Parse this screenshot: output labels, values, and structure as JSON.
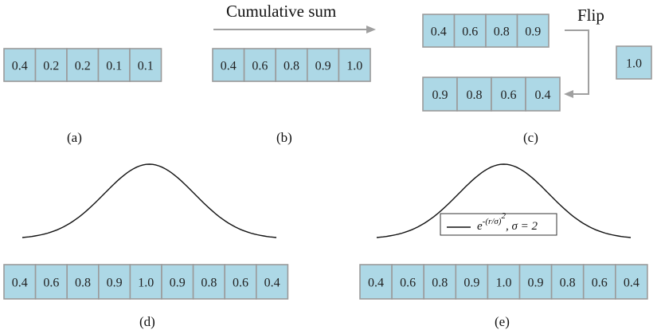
{
  "arrays": {
    "a": [
      "0.4",
      "0.2",
      "0.2",
      "0.1",
      "0.1"
    ],
    "b": [
      "0.4",
      "0.6",
      "0.8",
      "0.9",
      "1.0"
    ],
    "c_top": [
      "0.4",
      "0.6",
      "0.8",
      "0.9"
    ],
    "c_single": [
      "1.0"
    ],
    "c_bottom": [
      "0.9",
      "0.8",
      "0.6",
      "0.4"
    ],
    "d": [
      "0.4",
      "0.6",
      "0.8",
      "0.9",
      "1.0",
      "0.9",
      "0.8",
      "0.6",
      "0.4"
    ],
    "e": [
      "0.4",
      "0.6",
      "0.8",
      "0.9",
      "1.0",
      "0.9",
      "0.8",
      "0.6",
      "0.4"
    ]
  },
  "labels": {
    "cumulative_sum": "Cumulative sum",
    "flip": "Flip",
    "a": "(a)",
    "b": "(b)",
    "c": "(c)",
    "d": "(d)",
    "e": "(e)"
  },
  "legend": {
    "base": "e",
    "exponent_prefix": "-(r/",
    "sigma_symbol": "σ",
    "exponent_suffix": ")",
    "outer_power": "2",
    "separator": ", ",
    "sigma_eq": "σ = 2"
  },
  "colors": {
    "cell_fill": "#add8e6",
    "cell_border": "#9a9a9a",
    "arrow": "#a0a0a0"
  }
}
